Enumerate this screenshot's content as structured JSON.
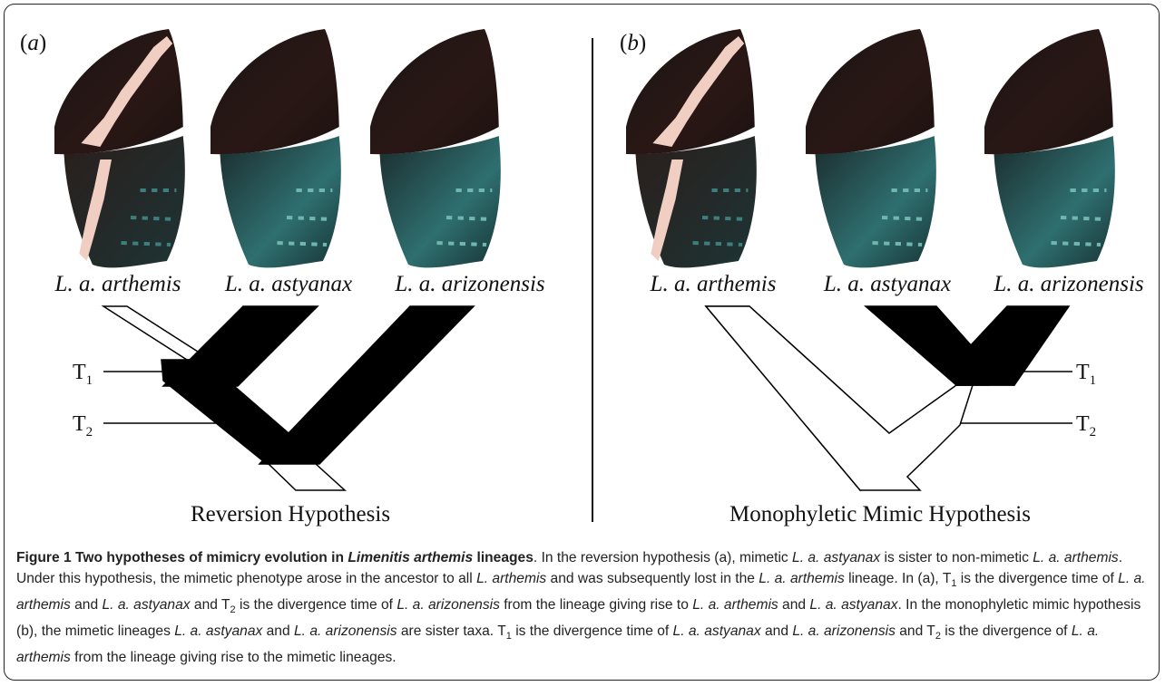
{
  "panels": [
    {
      "letter": "a",
      "hypothesis": "Reversion Hypothesis",
      "taxa": [
        "L. a. arthemis",
        "L. a. astyanax",
        "L. a. arizonensis"
      ],
      "time_labels": [
        "T",
        "T"
      ],
      "time_subs": [
        "1",
        "2"
      ]
    },
    {
      "letter": "b",
      "hypothesis": "Monophyletic Mimic Hypothesis",
      "taxa": [
        "L. a. arthemis",
        "L. a. astyanax",
        "L. a. arizonensis"
      ],
      "time_labels": [
        "T",
        "T"
      ],
      "time_subs": [
        "1",
        "2"
      ]
    }
  ],
  "colors": {
    "wing_black": "#15110f",
    "wing_band": "#f0cfc2",
    "wing_blue": "#2f6f70",
    "wing_brown": "#3a2220"
  },
  "caption": {
    "label": "Figure 1 Two hypotheses of mimicry evolution in ",
    "label_genus": "Limenitis arthemis",
    "label_tail": " lineages",
    "p1": ". In the reversion hypothesis (a), mimetic ",
    "p2": "L. a. astyanax",
    "p3": " is sister to non-mimetic ",
    "p4": "L. a. arthemis",
    "p5": ". Under this hypothesis, the mimetic phenotype arose in the ancestor to all ",
    "p6": "L. arthemis",
    "p7": " and was subsequently lost in the ",
    "p8": "L. a. arthemis",
    "p9": " lineage. In (a), T",
    "p9s": "1",
    "p10": " is the divergence time of ",
    "p11": "L. a. arthemis",
    "p12": " and ",
    "p13": "L. a. astyanax",
    "p14": " and T",
    "p14s": "2",
    "p15": " is the divergence time of ",
    "p16": "L. a. arizonensis",
    "p17": " from the lineage giving rise to ",
    "p18": "L. a. arthemis",
    "p19": " and ",
    "p20": "L. a. astyanax",
    "p21": ". In the monophyletic mimic hypothesis (b), the mimetic lineages ",
    "p22": "L. a. astyanax",
    "p23": " and ",
    "p24": "L. a. arizonensis",
    "p25": " are sister taxa. T",
    "p25s": "1",
    "p26": " is the divergence time of ",
    "p27": "L. a. astyanax",
    "p28": " and ",
    "p29": "L. a. arizonensis",
    "p30": " and T",
    "p30s": "2",
    "p31": " is the divergence of ",
    "p32": "L. a. arthemis",
    "p33": " from the lineage giving rise to the mimetic lineages."
  }
}
